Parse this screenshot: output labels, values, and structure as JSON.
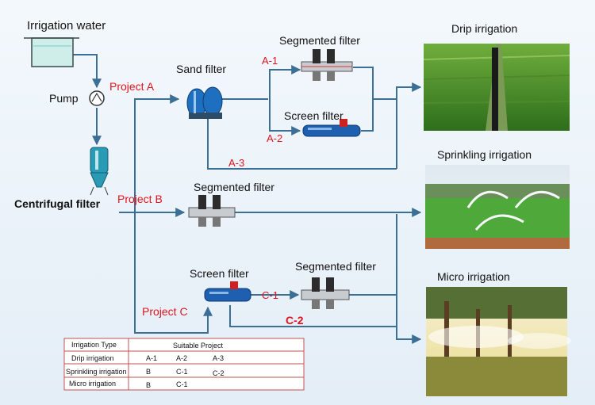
{
  "labels": {
    "irrigation_water": "Irrigation water",
    "pump": "Pump",
    "centrifugal_filter": "Centrifugal filter",
    "sand_filter": "Sand filter",
    "segmented_filter_a": "Segmented  filter",
    "screen_filter_a": "Screen filter",
    "segmented_filter_b": "Segmented filter",
    "screen_filter_c": "Screen filter",
    "segmented_filter_c": "Segmented filter",
    "drip_irrigation": "Drip irrigation",
    "sprinkling_irrigation": "Sprinkling irrigation",
    "micro_irrigation": "Micro irrigation"
  },
  "projects": {
    "a": "Project A",
    "b": "Project B",
    "c": "Project C"
  },
  "branches": {
    "a1": "A-1",
    "a2": "A-2",
    "a3": "A-3",
    "c1": "C-1",
    "c2": "C-2"
  },
  "table": {
    "header": [
      "Irrigation Type",
      "Suitable Project"
    ],
    "rows": [
      {
        "type": "Drip irrigation",
        "projects": [
          "A-1",
          "A-2",
          "A-3"
        ]
      },
      {
        "type": "Sprinkling irrigation",
        "projects": [
          "B",
          "C-1",
          "C-2"
        ]
      },
      {
        "type": "Micro irrigation",
        "projects": [
          "B",
          "C-1"
        ]
      }
    ]
  },
  "colors": {
    "pipe": "#3b6f95",
    "accent_red": "#e0141e",
    "filter_blue": "#1e5fb0",
    "water": "#cfeeea"
  }
}
